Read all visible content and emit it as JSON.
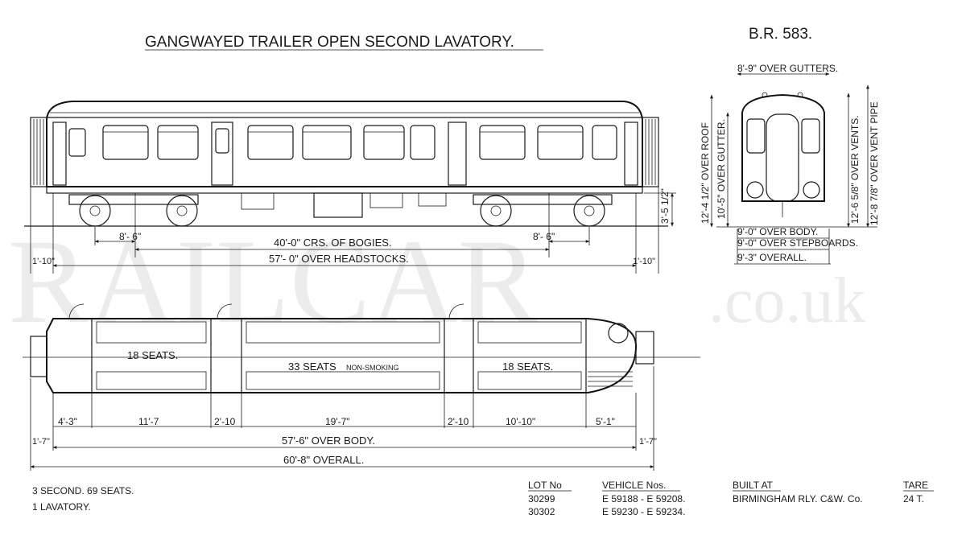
{
  "title": "GANGWAYED TRAILER OPEN SECOND LAVATORY.",
  "diagram_ref": "B.R. 583.",
  "watermark": {
    "main": "RAILCAR",
    "suffix": ".co.uk"
  },
  "side_elevation": {
    "bogie_left": "8'- 6\"",
    "bogie_right": "8'- 6\"",
    "bogie_centres": "40'-0\" CRS. OF BOGIES.",
    "headstocks": "57'- 0\" OVER HEADSTOCKS.",
    "end_left": "1'-10\"",
    "end_right": "1'-10\"",
    "height_rail": "3'-5 1/2\""
  },
  "end_elevation": {
    "over_gutters": "8'-9\" OVER GUTTERS.",
    "over_roof": "12'-4 1/2\" OVER ROOF",
    "over_gutter": "10'-5\" OVER GUTTER.",
    "over_vents": "12'-6 5/8\" OVER VENTS.",
    "over_vent_pipe": "12'-8 7/8\" OVER VENT PIPE",
    "over_body": "9'-0\" OVER BODY.",
    "over_stepboards": "9'-0\" OVER STEPBOARDS.",
    "overall": "9'-3\" OVERALL."
  },
  "plan": {
    "seats_left": "18 SEATS.",
    "seats_centre": "33 SEATS",
    "non_smoking": "NON-SMOKING",
    "seats_right": "18 SEATS.",
    "dims": [
      "4'-3\"",
      "11'-7",
      "2'-10",
      "19'-7\"",
      "2'-10",
      "10'-10\"",
      "5'-1\""
    ],
    "end_left": "1'-7\"",
    "end_right": "1'-7\"",
    "over_body": "57'-6\" OVER BODY.",
    "overall": "60'-8\" OVERALL."
  },
  "info": {
    "line1": "3 SECOND.   69 SEATS.",
    "line2": "1 LAVATORY.",
    "lot_header": "LOT No",
    "lots": [
      "30299",
      "30302"
    ],
    "vehicle_header": "VEHICLE Nos.",
    "vehicles": [
      "E 59188 - E 59208.",
      "E 59230 - E 59234."
    ],
    "built_header": "BUILT AT",
    "built": "BIRMINGHAM RLY. C&W. Co.",
    "tare_header": "TARE",
    "tare": "24 T."
  }
}
